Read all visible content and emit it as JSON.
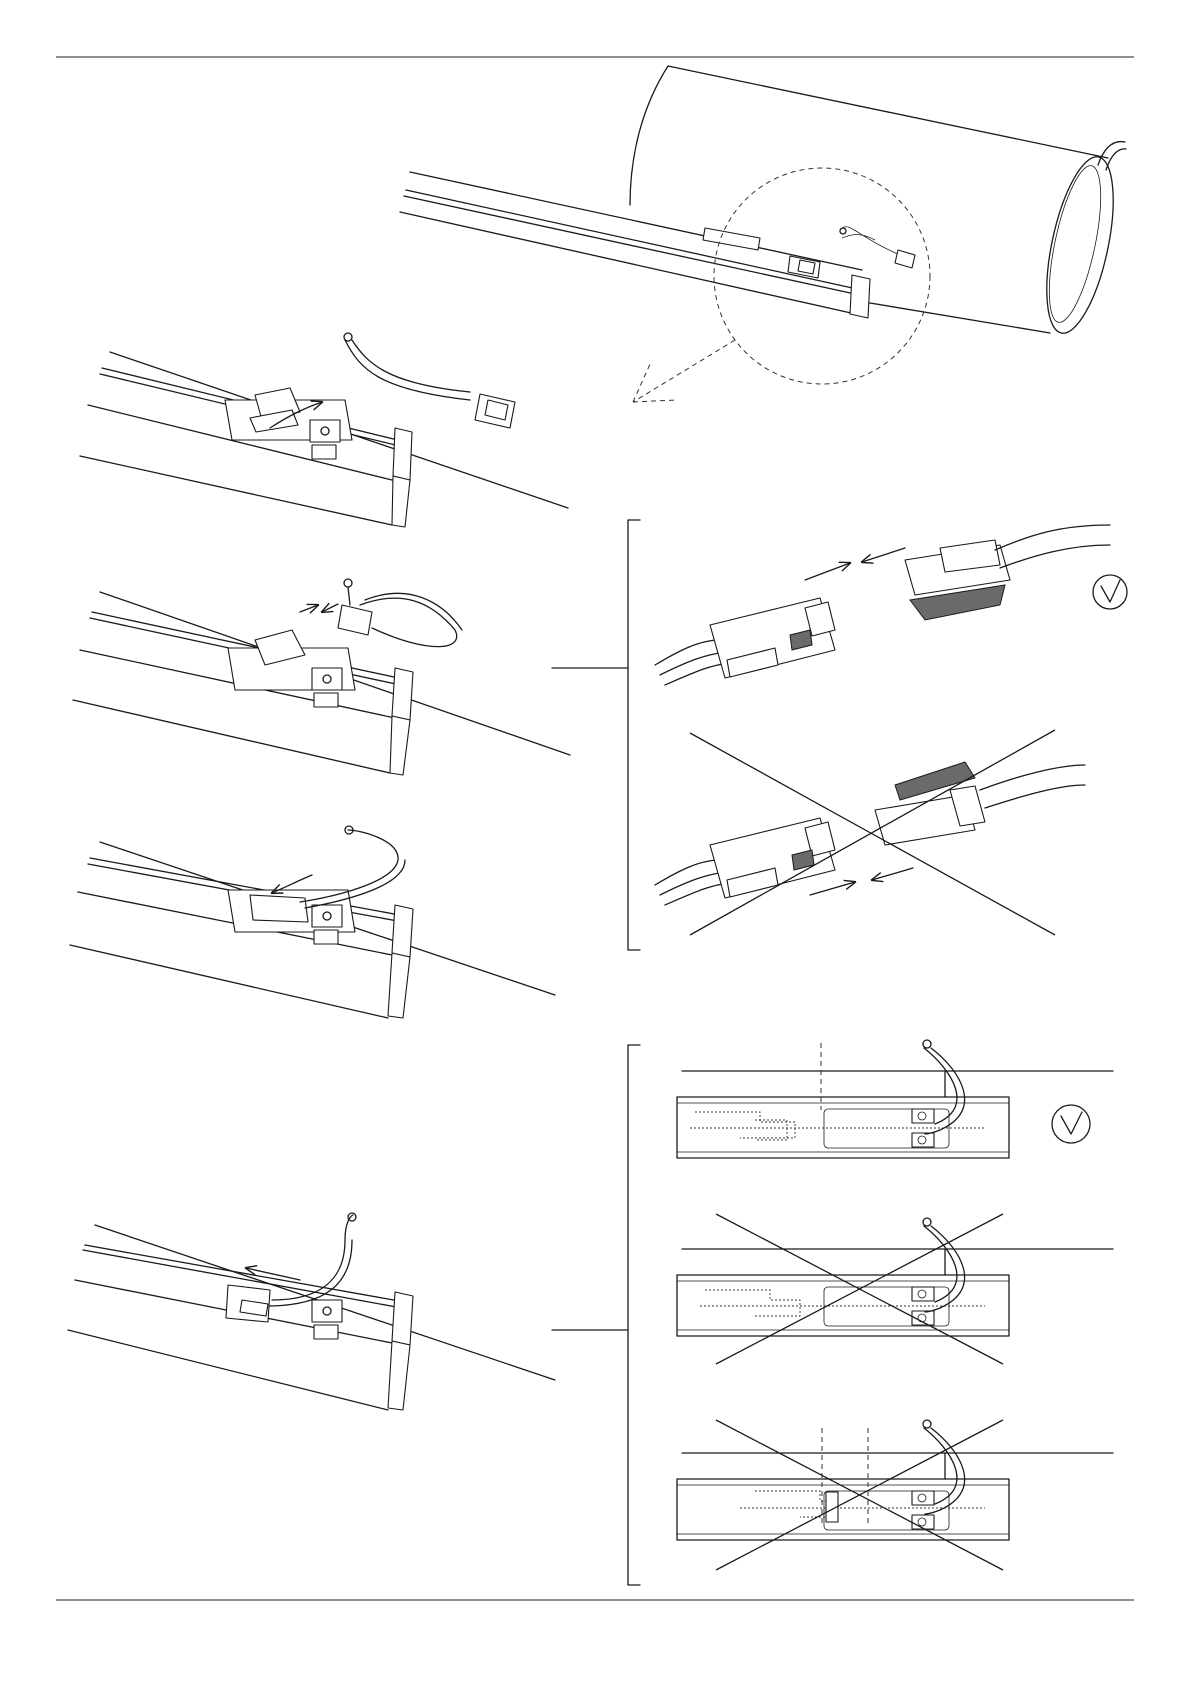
{
  "page": {
    "rules": {
      "top": "hairline",
      "bottom": "hairline"
    },
    "steps": [
      {
        "id": "overview",
        "icon": "detail-circle-icon"
      },
      {
        "id": "step-1",
        "icon": "rotate-arrow-icon"
      },
      {
        "id": "step-2",
        "icon": "push-arrows-icon"
      },
      {
        "id": "step-3",
        "icon": "rotate-arrow-icon"
      },
      {
        "id": "step-4",
        "icon": "slide-arrow-icon"
      }
    ],
    "checks": [
      {
        "id": "connector-correct",
        "result": "correct",
        "icon": "check-circle-icon"
      },
      {
        "id": "connector-wrong",
        "result": "wrong",
        "icon": "cross-icon"
      },
      {
        "id": "position-correct",
        "result": "correct",
        "icon": "check-circle-icon"
      },
      {
        "id": "position-wrong-a",
        "result": "wrong",
        "icon": "cross-icon"
      },
      {
        "id": "position-wrong-b",
        "result": "wrong",
        "icon": "cross-icon"
      }
    ]
  }
}
